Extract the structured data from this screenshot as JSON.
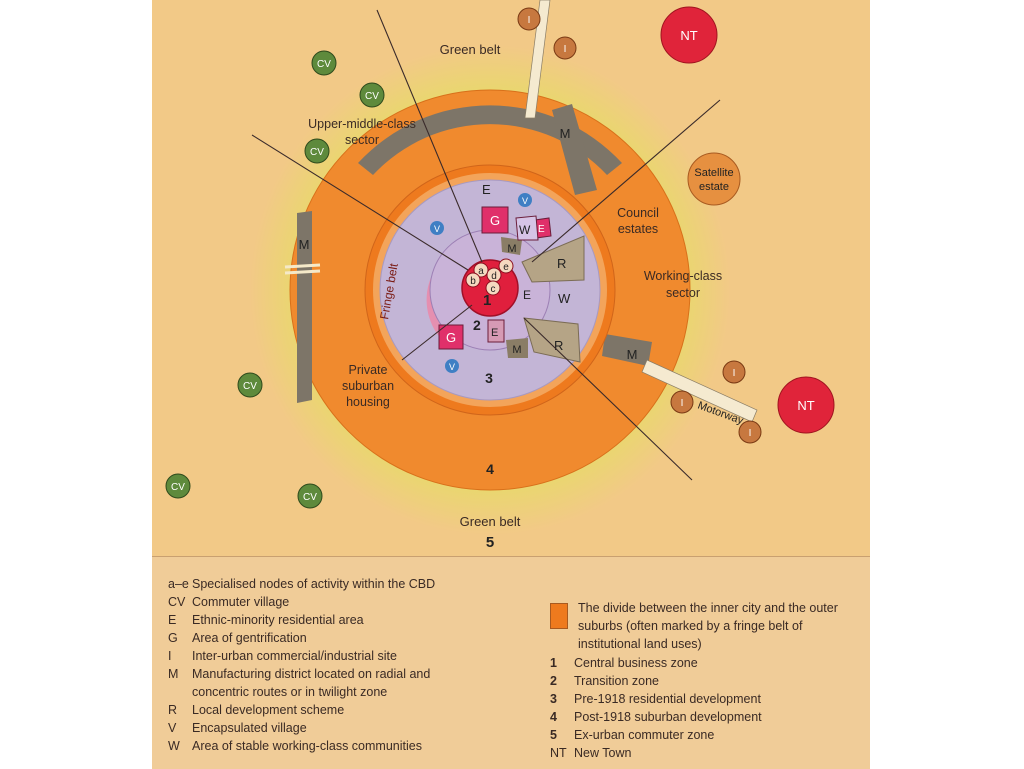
{
  "colors": {
    "page_bg": "#f2c987",
    "orange_ring": "#f08a2e",
    "fringe_belt": "#ee7a1e",
    "inner_city": "#c3b5d6",
    "cbd": "#e01f3d",
    "gentrification": "#e0306a",
    "manufacturing": "#7d7568",
    "development_scheme": "#b5a486",
    "commuter_village": "#5e8a3c",
    "inter_urban": "#c7783f",
    "new_town": "#e0243a",
    "encapsulated_village": "#3f7fc4",
    "green_glow": "#e2e25a"
  },
  "diagram": {
    "labels": {
      "green_belt_top": "Green belt",
      "green_belt_bottom": "Green belt",
      "zone_5": "5",
      "zone_4": "4",
      "zone_3": "3",
      "zone_2": "2",
      "zone_1": "1",
      "upper_middle_1": "Upper-middle-class",
      "upper_middle_2": "sector",
      "council_1": "Council",
      "council_2": "estates",
      "working_1": "Working-class",
      "working_2": "sector",
      "private_1": "Private",
      "private_2": "suburban",
      "private_3": "housing",
      "fringe_belt": "Fringe belt",
      "motorway": "Motorway",
      "satellite_1": "Satellite",
      "satellite_2": "estate"
    },
    "letters": {
      "M": "M",
      "E": "E",
      "G": "G",
      "W": "W",
      "R": "R",
      "V": "V",
      "I": "I",
      "CV": "CV",
      "NT": "NT",
      "a": "a",
      "b": "b",
      "c": "c",
      "d": "d",
      "e": "e"
    }
  },
  "legend": {
    "left": [
      {
        "key": "a–e",
        "text": "Specialised nodes of activity within the CBD"
      },
      {
        "key": "CV",
        "text": "Commuter village"
      },
      {
        "key": "E",
        "text": "Ethnic-minority residential area"
      },
      {
        "key": "G",
        "text": "Area of gentrification"
      },
      {
        "key": "I",
        "text": "Inter-urban commercial/industrial site"
      },
      {
        "key": "M",
        "text": "Manufacturing district located on radial and"
      },
      {
        "key": "",
        "text": "concentric routes or in twilight zone"
      },
      {
        "key": "R",
        "text": "Local development scheme"
      },
      {
        "key": "V",
        "text": "Encapsulated village"
      },
      {
        "key": "W",
        "text": "Area of stable working-class communities"
      }
    ],
    "fringe_text": [
      "The divide between the inner city and the outer",
      "suburbs (often marked by a fringe belt of",
      "institutional land uses)"
    ],
    "zones": [
      {
        "key": "1",
        "text": "Central business zone"
      },
      {
        "key": "2",
        "text": "Transition zone"
      },
      {
        "key": "3",
        "text": "Pre-1918 residential development"
      },
      {
        "key": "4",
        "text": "Post-1918 suburban development"
      },
      {
        "key": "5",
        "text": "Ex-urban commuter zone"
      },
      {
        "key": "NT",
        "text": "New Town"
      }
    ]
  }
}
